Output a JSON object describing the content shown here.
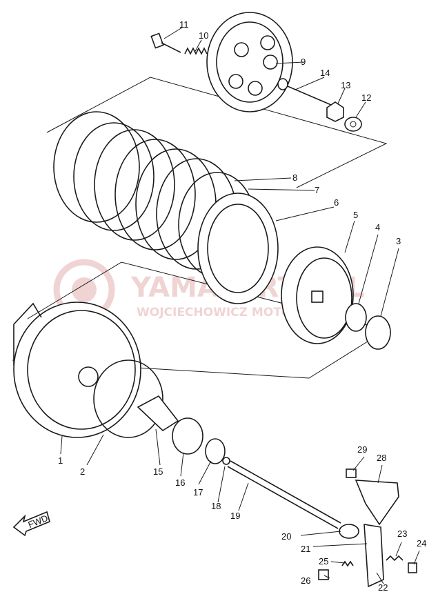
{
  "callouts": [
    "1",
    "2",
    "3",
    "4",
    "5",
    "6",
    "7",
    "8",
    "9",
    "10",
    "11",
    "12",
    "13",
    "14",
    "15",
    "16",
    "17",
    "18",
    "19",
    "20",
    "21",
    "22",
    "23",
    "24",
    "25",
    "26",
    "29",
    "28"
  ],
  "fwd_label": "FWD",
  "watermark": {
    "brand": "YAMAPARTS.PL",
    "sub": "WOJCIECHOWICZ MOTORCYKLE",
    "color": "#e0a0a0"
  }
}
